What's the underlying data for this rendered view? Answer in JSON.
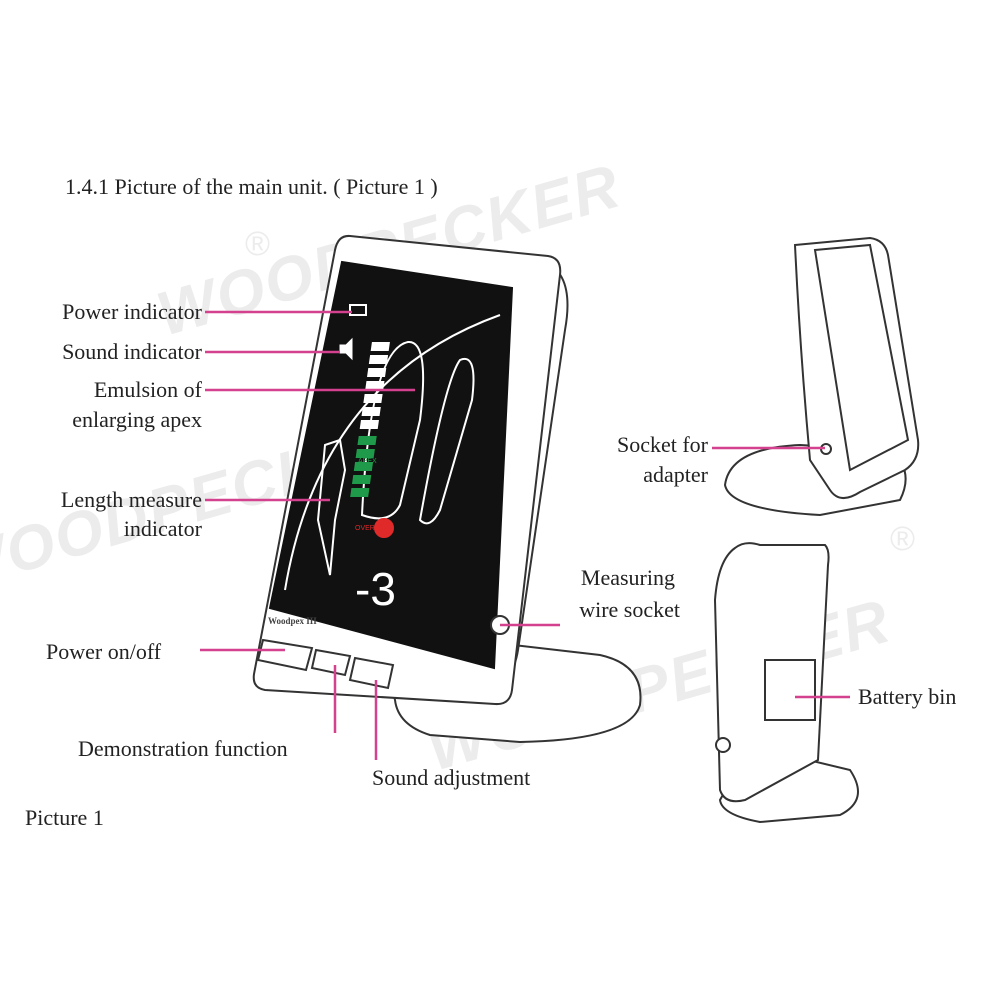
{
  "watermark": {
    "brand": "WOODPECKER",
    "registered": "®"
  },
  "title": "1.4.1 Picture of the main unit. ( Picture 1 )",
  "caption": "Picture 1",
  "labels": {
    "power_indicator": "Power indicator",
    "sound_indicator": "Sound indicator",
    "emulsion_1": "Emulsion of",
    "emulsion_2": "enlarging apex",
    "length_1": "Length measure",
    "length_2": "indicator",
    "power_onoff": "Power on/off",
    "demonstration": "Demonstration function",
    "sound_adjustment": "Sound adjustment",
    "measuring_1": "Measuring",
    "measuring_2": "wire socket",
    "socket_1": "Socket for",
    "socket_2": "adapter",
    "battery_bin": "Battery bin"
  },
  "screen": {
    "apex_label": "APEX",
    "over_label": "OVER",
    "reading": "-3",
    "model": "Woodpex III",
    "green_bars": 5,
    "white_bars": 7
  },
  "colors": {
    "leader": "#d4418e",
    "screen": "#111111",
    "green": "#1f9a4a",
    "red": "#e02a2a"
  }
}
